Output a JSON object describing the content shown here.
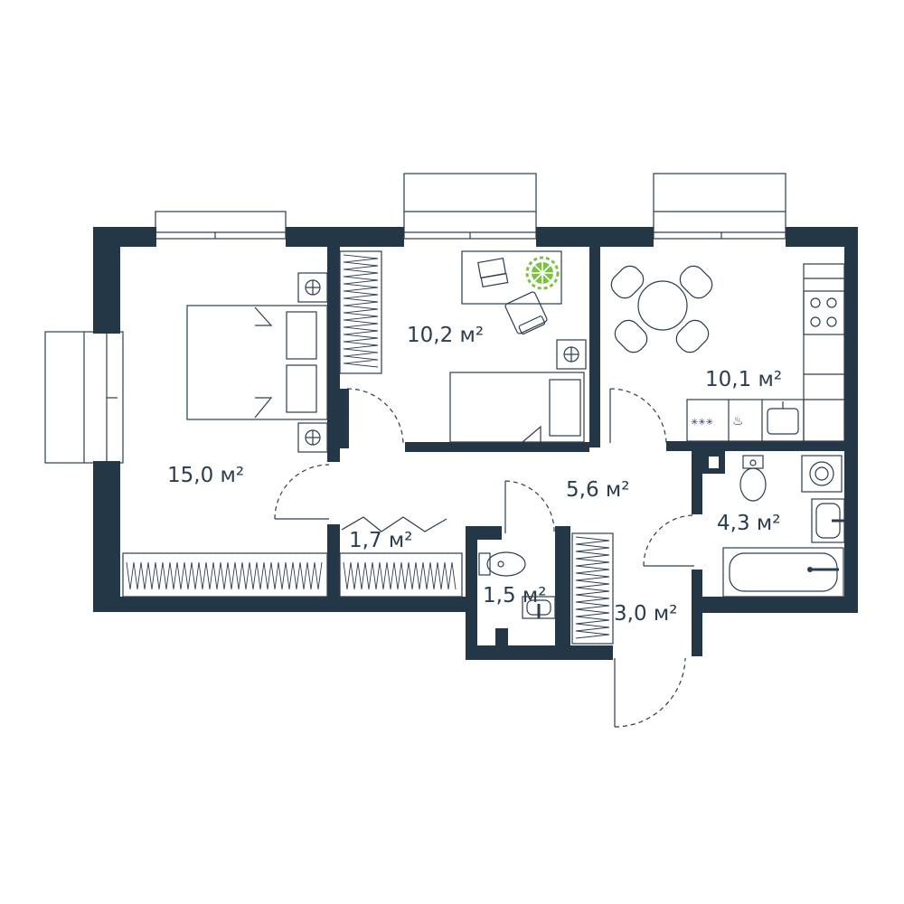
{
  "plan": {
    "rooms": [
      {
        "id": "bedroom",
        "area": "15,0 м²"
      },
      {
        "id": "study",
        "area": "10,2 м²"
      },
      {
        "id": "kitchen",
        "area": "10,1 м²"
      },
      {
        "id": "hall",
        "area": "5,6 м²"
      },
      {
        "id": "bathroom",
        "area": "4,3 м²"
      },
      {
        "id": "closet",
        "area": "1,7 м²"
      },
      {
        "id": "wc",
        "area": "1,5 м²"
      },
      {
        "id": "entry",
        "area": "3,0 м²"
      }
    ],
    "colors": {
      "wall": "#243746",
      "line": "#2b3d4f",
      "plant": "#7cc242",
      "background": "#ffffff"
    }
  }
}
